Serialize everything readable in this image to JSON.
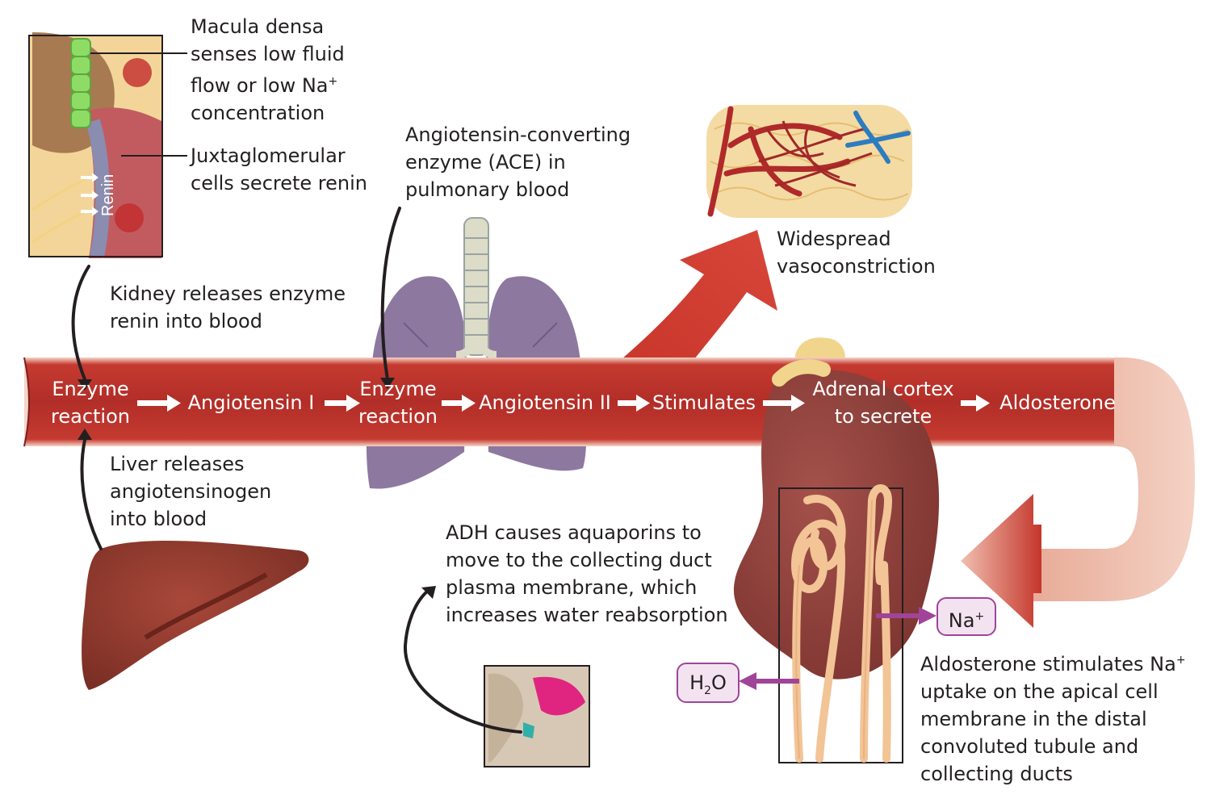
{
  "labels": {
    "macula_line1": "Macula densa",
    "macula_line2": "senses low fluid",
    "macula_line3": "flow or low Na",
    "macula_sup": "+",
    "macula_line4": "concentration",
    "jg_line1": "Juxtaglomerular",
    "jg_line2": "cells secrete renin",
    "renin_inset": "Renin",
    "kidney_line1": "Kidney releases enzyme",
    "kidney_line2": "renin into blood",
    "liver_line1": "Liver releases",
    "liver_line2": "angiotensinogen",
    "liver_line3": "into blood",
    "ace_line1": "Angiotensin-converting",
    "ace_line2": "enzyme (ACE) in",
    "ace_line3": "pulmonary blood",
    "vaso_line1": "Widespread",
    "vaso_line2": "vasoconstriction",
    "adh_line1": "ADH causes aquaporins to",
    "adh_line2": "move to the collecting duct",
    "adh_line3": "plasma membrane, which",
    "adh_line4": "increases water reabsorption",
    "aldo_line1": "Aldosterone stimulates Na",
    "aldo_sup": "+",
    "aldo_line2": "uptake on the apical cell",
    "aldo_line3": "membrane in the distal",
    "aldo_line4": "convoluted tubule and",
    "aldo_line5": "collecting ducts"
  },
  "flow": {
    "enzyme1_line1": "Enzyme",
    "enzyme1_line2": "reaction",
    "angiotensin1": "Angiotensin I",
    "enzyme2_line1": "Enzyme",
    "enzyme2_line2": "reaction",
    "angiotensin2": "Angiotensin II",
    "stimulates": "Stimulates",
    "adrenal_line1": "Adrenal cortex",
    "adrenal_line2": "to secrete",
    "aldosterone": "Aldosterone"
  },
  "ions": {
    "na": "Na",
    "na_sup": "+",
    "h2o_h": "H",
    "h2o_sub": "2",
    "h2o_o": "O"
  },
  "colors": {
    "vessel_dark": "#b8302a",
    "vessel_light": "#f7d6c8",
    "arrow_red": "#c9352c",
    "ion_border": "#a0449a",
    "ion_fill": "#f3e3f1",
    "lung": "#8e7aa0",
    "liver": "#8c3a2e",
    "kidney": "#8f3f3a",
    "tubule": "#f2c496"
  }
}
